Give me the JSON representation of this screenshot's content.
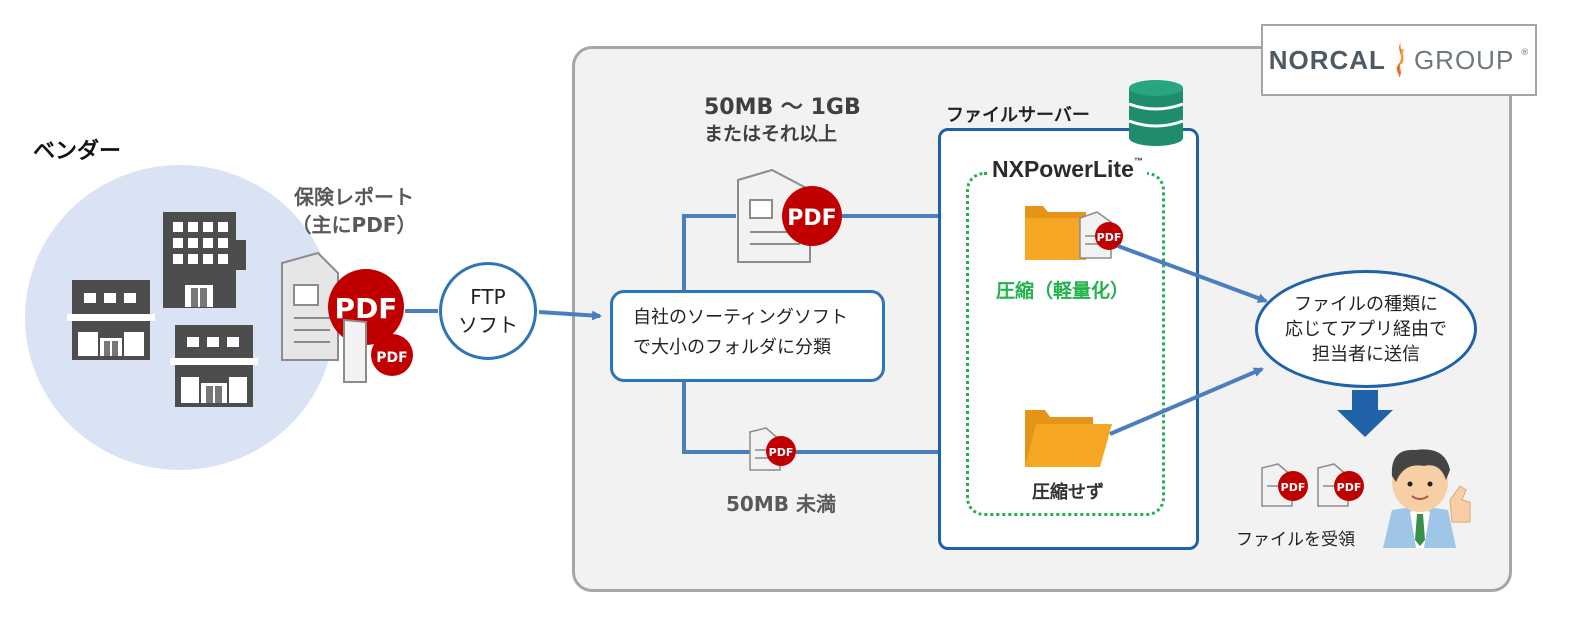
{
  "vendor": {
    "title": "ベンダー"
  },
  "report": {
    "line1": "保険レポート",
    "line2": "（主にPDF）"
  },
  "ftp": {
    "line1": "FTP",
    "line2": "ソフト"
  },
  "sorting": {
    "line1": "自社のソーティングソフト",
    "line2": "で大小のフォルダに分類"
  },
  "large_files": {
    "line1": "50MB ～ 1GB",
    "line2": "またはそれ以上"
  },
  "small_files": {
    "label": "50MB 未満"
  },
  "file_server": {
    "label": "ファイルサーバー"
  },
  "nxpowerlite": {
    "label": "NXPowerLite",
    "tm": "™"
  },
  "compressed": {
    "label": "圧縮（軽量化）"
  },
  "uncompressed": {
    "label": "圧縮せず"
  },
  "send": {
    "line1": "ファイルの種類に",
    "line2": "応じてアプリ経由で",
    "line3": "担当者に送信"
  },
  "receive": {
    "label": "ファイルを受領"
  },
  "logo": {
    "norcal": "NORCAL",
    "group": "GROUP",
    "reg": "®"
  },
  "pdf_label": "PDF",
  "colors": {
    "arrow_blue": "#4a7ebf",
    "border_blue": "#2e75b6",
    "pdf_red": "#c00000",
    "green": "#22b24c",
    "folder": "#f5a623"
  },
  "icons": [
    "vendor-buildings-icon",
    "pdf-document-icon",
    "database-icon",
    "folder-icon",
    "person-thumbs-up-icon",
    "down-arrow-icon"
  ]
}
